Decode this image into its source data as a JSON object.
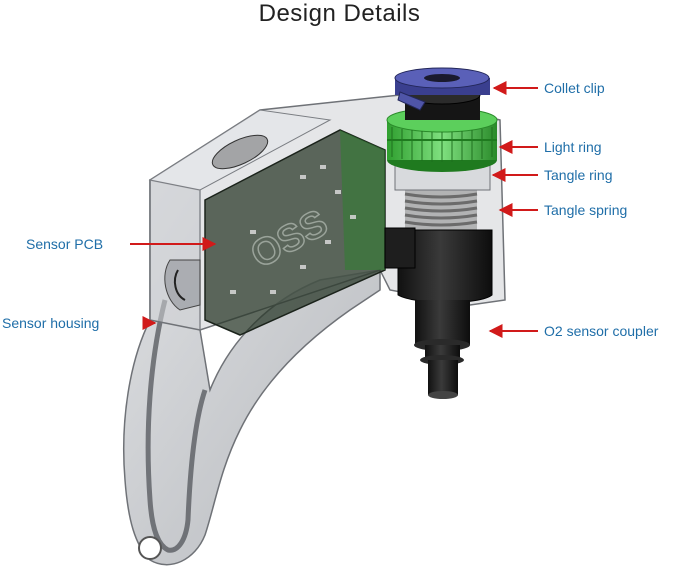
{
  "title": "Design Details",
  "labels": {
    "collet_clip": "Collet clip",
    "light_ring": "Light ring",
    "tangle_ring": "Tangle ring",
    "tangle_spring": "Tangle spring",
    "sensor_pcb": "Sensor PCB",
    "sensor_housing": "Sensor housing",
    "o2_coupler": "O2 sensor coupler"
  },
  "pcb_text": "OSS",
  "colors": {
    "label_text": "#1f6ea8",
    "arrow": "#d11a1a",
    "light_ring": "#4fcf4f",
    "collet_clip": "#3a3f8f",
    "housing": "#c7c9cc",
    "pcb": "#2b3a2b",
    "coupler": "#1a1a1a"
  }
}
